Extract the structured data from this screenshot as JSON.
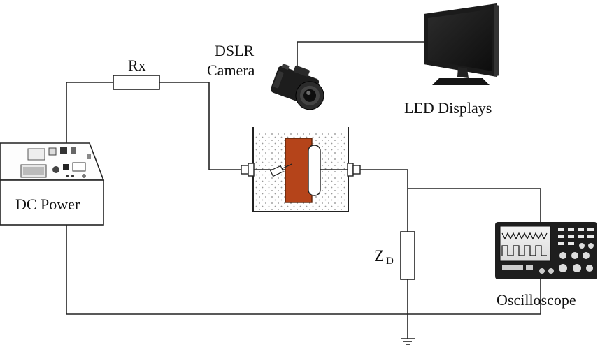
{
  "labels": {
    "resistor": "Rx",
    "camera_line1": "DSLR",
    "camera_line2": "Camera",
    "monitor": "LED Displays",
    "power": "DC Power",
    "impedance_main": "Z",
    "impedance_sub": "D",
    "scope": "Oscilloscope"
  },
  "colors": {
    "wire": "#222222",
    "electrode": "#b5441a",
    "tank_dots": "#888888",
    "monitor_body": "#1b1b1b",
    "scope_body": "#1e1e1e"
  },
  "icons": [
    "dc-power-supply-icon",
    "dslr-camera-icon",
    "led-monitor-icon",
    "oscilloscope-icon",
    "ground-symbol-icon"
  ]
}
